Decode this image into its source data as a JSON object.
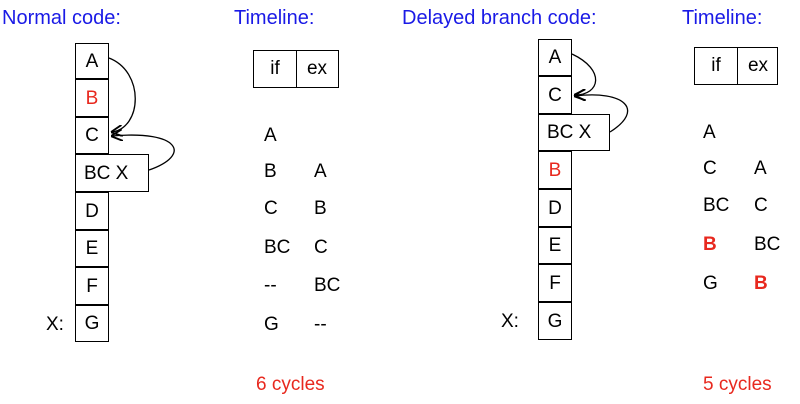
{
  "left": {
    "title": "Normal code:",
    "blocks": [
      "A",
      "B",
      "C",
      "BC X",
      "D",
      "E",
      "F",
      "G"
    ],
    "label_x": "X:",
    "timeline_title": "Timeline:",
    "stages": [
      "if",
      "ex"
    ],
    "rows": [
      {
        "if": "A",
        "ex": ""
      },
      {
        "if": "B",
        "ex": "A"
      },
      {
        "if": "C",
        "ex": "B"
      },
      {
        "if": "BC",
        "ex": "C"
      },
      {
        "if": "--",
        "ex": "BC"
      },
      {
        "if": "G",
        "ex": "--"
      }
    ],
    "cycles": "6 cycles"
  },
  "right": {
    "title": "Delayed branch code:",
    "blocks": [
      "A",
      "C",
      "BC X",
      "B",
      "D",
      "E",
      "F",
      "G"
    ],
    "label_x": "X:",
    "timeline_title": "Timeline:",
    "stages": [
      "if",
      "ex"
    ],
    "rows": [
      {
        "if": "A",
        "ex": ""
      },
      {
        "if": "C",
        "ex": "A"
      },
      {
        "if": "BC",
        "ex": "C"
      },
      {
        "if": "B",
        "ex": "BC"
      },
      {
        "if": "G",
        "ex": "B"
      }
    ],
    "cycles": "5 cycles"
  },
  "colors": {
    "heading": "#1a1ae6",
    "highlight": "#e8281e",
    "ink": "#000000"
  }
}
